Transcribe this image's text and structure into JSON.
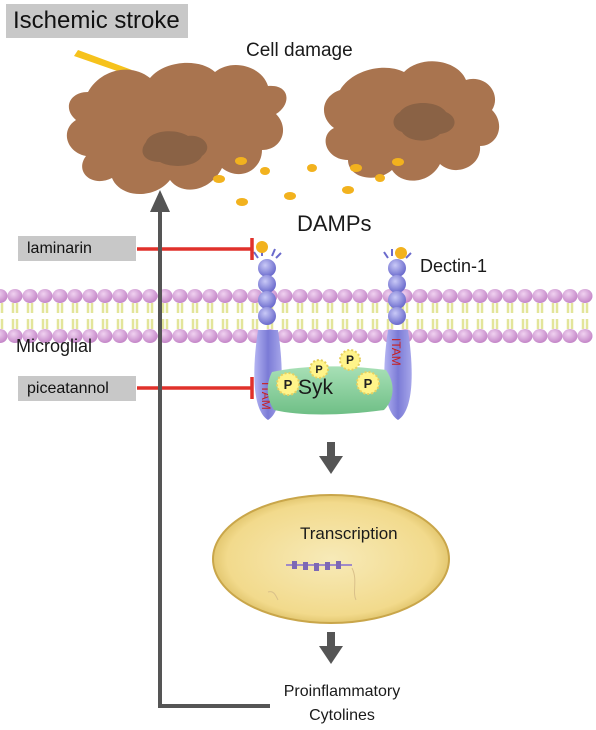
{
  "title": "Ischemic stroke",
  "labels": {
    "cell_damage": "Cell damage",
    "damps": "DAMPs",
    "receptor": "Dectin-1",
    "membrane": "Microglial",
    "kinase": "Syk",
    "motif": "ITAM",
    "phospho": "P",
    "nucleus": "Transcription",
    "output_line1": "Proinflammatory",
    "output_line2": "Cytolines"
  },
  "inhibitors": [
    {
      "name": "laminarin"
    },
    {
      "name": "piceatannol"
    }
  ],
  "colors": {
    "cell": "#a9744f",
    "cell_nucleus": "#8a6245",
    "damps_dots": "#f2b21e",
    "lipid_head": "#d59fd8",
    "lipid_tail": "#e3e59a",
    "receptor": "#8f8fe0",
    "syk": "#9cd6a8",
    "phospho": "#fff48a",
    "nucleus_fill": "#f2da8c",
    "inhibitor_line": "#e0312b",
    "arrow": "#555555",
    "tag_bg": "#c8c8c8",
    "lightning": "#f6c21c"
  }
}
